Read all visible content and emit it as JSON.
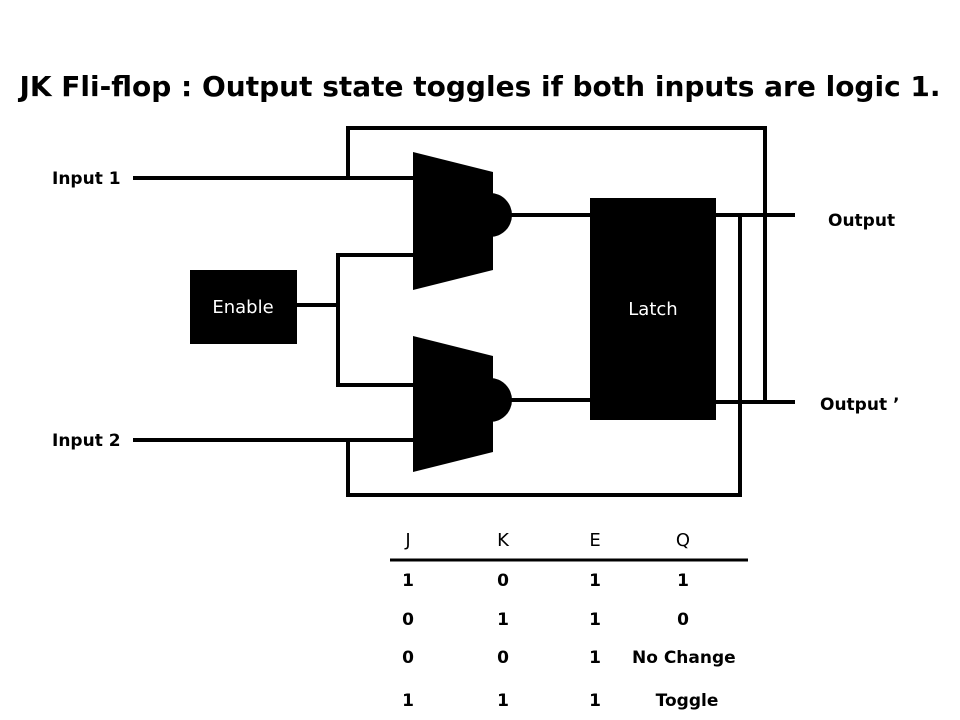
{
  "title": "JK Fli-flop : Output state toggles if both inputs are logic 1.",
  "labels": {
    "input1": "Input 1",
    "input2": "Input 2",
    "enable": "Enable",
    "latch": "Latch",
    "output": "Output",
    "output_prime": "Output ’"
  },
  "truth_table": {
    "headers": [
      "J",
      "K",
      "E",
      "Q"
    ],
    "rows": [
      [
        "1",
        "0",
        "1",
        "1"
      ],
      [
        "0",
        "1",
        "1",
        "0"
      ],
      [
        "0",
        "0",
        "1",
        "No Change"
      ],
      [
        "1",
        "1",
        "1",
        "Toggle"
      ]
    ],
    "highlight_color": "#e02020"
  },
  "colors": {
    "gate_fill": "#000000",
    "box_fill": "#000000",
    "wire": "#000000"
  }
}
